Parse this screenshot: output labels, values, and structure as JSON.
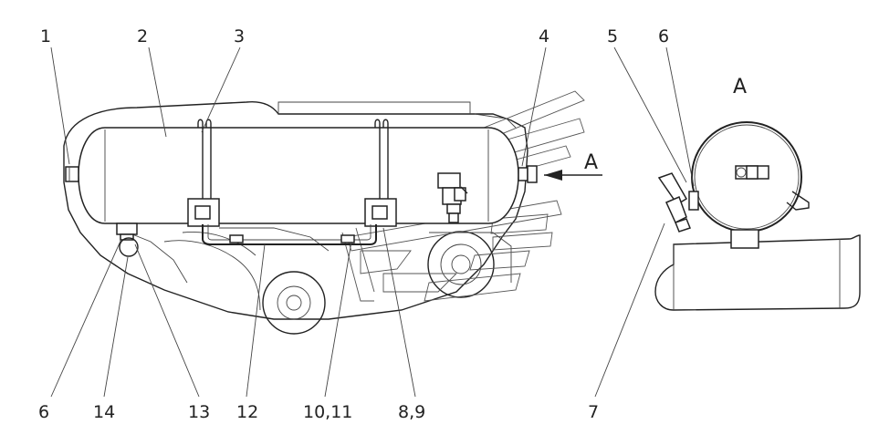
{
  "callouts": {
    "top": [
      "1",
      "2",
      "3",
      "4",
      "5",
      "6"
    ],
    "bottom": [
      "6",
      "14",
      "13",
      "12",
      "10,11",
      "8,9",
      "7"
    ]
  },
  "view": {
    "arrow_label": "A",
    "section_label": "A"
  },
  "colors": {
    "line": "#222222",
    "background": "#ffffff"
  }
}
